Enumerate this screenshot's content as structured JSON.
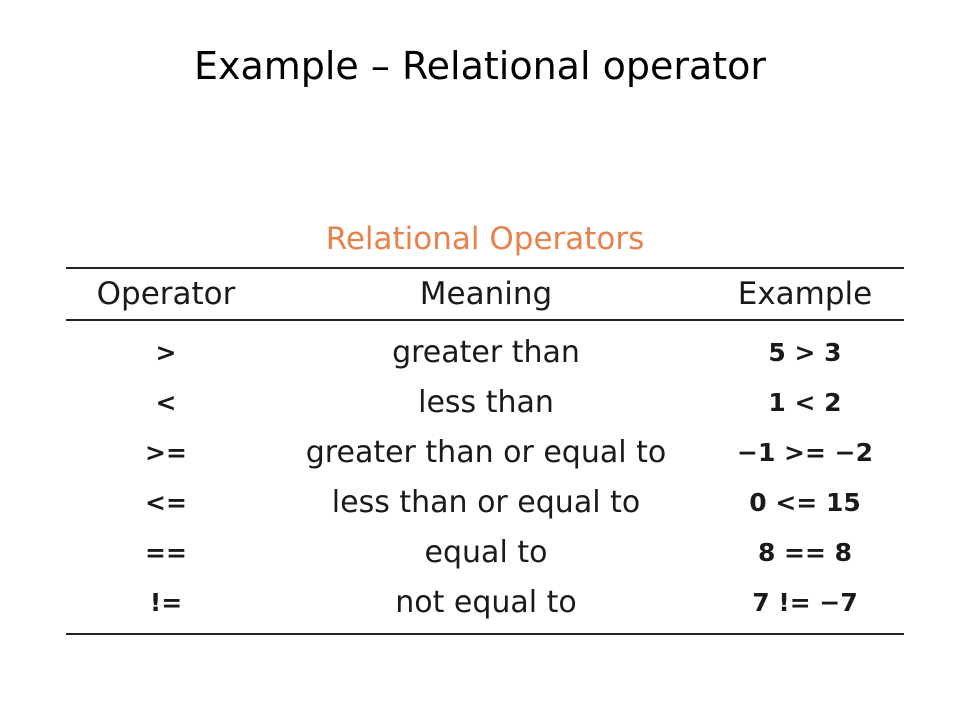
{
  "slide": {
    "title": "Example – Relational operator"
  },
  "table": {
    "caption": "Relational Operators",
    "headers": {
      "operator": "Operator",
      "meaning": "Meaning",
      "example": "Example"
    },
    "rows": [
      {
        "operator": ">",
        "meaning": "greater than",
        "example": "5 > 3"
      },
      {
        "operator": "<",
        "meaning": "less than",
        "example": "1 < 2"
      },
      {
        "operator": ">=",
        "meaning": "greater than or equal to",
        "example": "−1 >= −2"
      },
      {
        "operator": "<=",
        "meaning": "less than or equal to",
        "example": "0 <= 15"
      },
      {
        "operator": "==",
        "meaning": "equal to",
        "example": "8 == 8"
      },
      {
        "operator": "!=",
        "meaning": "not equal to",
        "example": "7 != −7"
      }
    ]
  },
  "colors": {
    "caption": "#e8814b",
    "text": "#1a1a1a",
    "background": "#ffffff"
  }
}
